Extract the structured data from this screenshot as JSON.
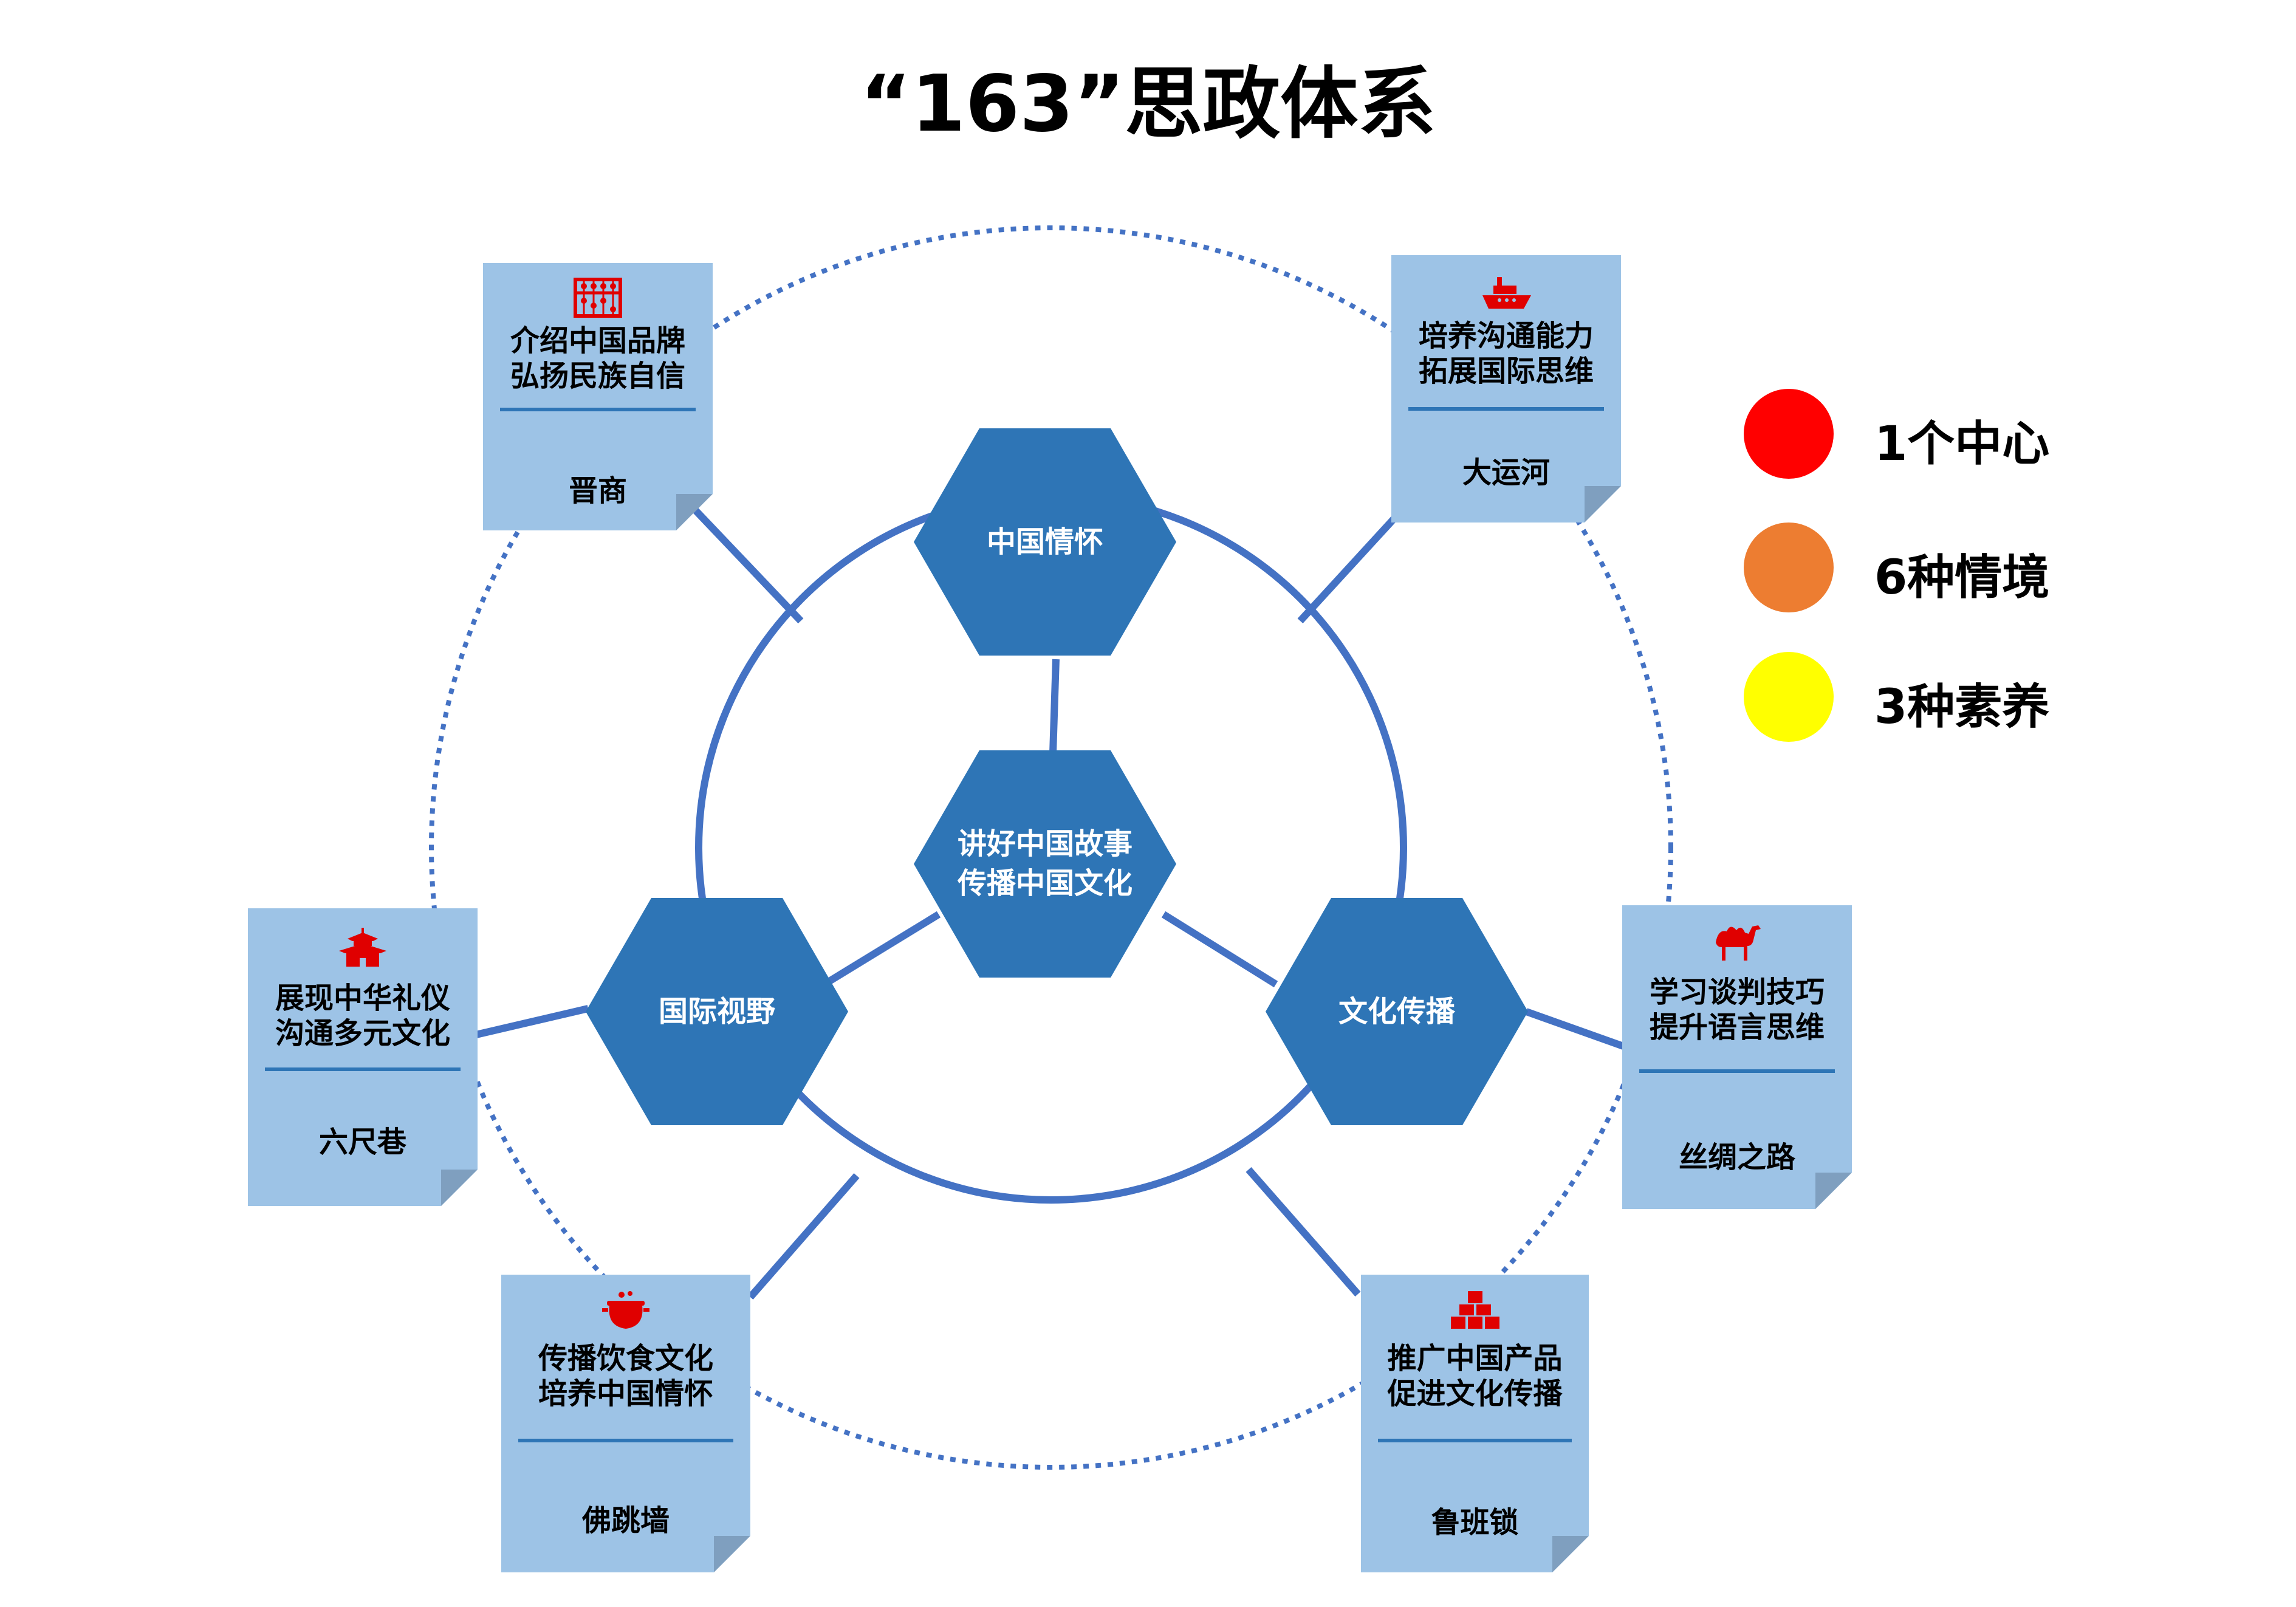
{
  "title": "“163”思政体系",
  "center": {
    "label": "讲好中国故事\n传播中国文化"
  },
  "pillars": [
    {
      "label": "中国情怀"
    },
    {
      "label": "国际视野"
    },
    {
      "label": "文化传播"
    }
  ],
  "cards": [
    {
      "icon": "abacus-icon",
      "text": "介绍中国品牌\n弘扬民族自信",
      "place": "晋商"
    },
    {
      "icon": "ship-icon",
      "text": "培养沟通能力\n拓展国际思维",
      "place": "大运河"
    },
    {
      "icon": "pagoda-icon",
      "text": "展现中华礼仪\n沟通多元文化",
      "place": "六尺巷"
    },
    {
      "icon": "camel-icon",
      "text": "学习谈判技巧\n提升语言思维",
      "place": "丝绸之路"
    },
    {
      "icon": "pot-icon",
      "text": "传播饮食文化\n培养中国情怀",
      "place": "佛跳墙"
    },
    {
      "icon": "cubes-icon",
      "text": "推广中国产品\n促进文化传播",
      "place": "鲁班锁"
    }
  ],
  "legend": [
    {
      "label": "1个中心",
      "color": "#ff0000"
    },
    {
      "label": "6种情境",
      "color": "#ed7d31"
    },
    {
      "label": "3种素养",
      "color": "#ffff00"
    }
  ],
  "colors": {
    "hexagon": "#2e75b6",
    "connector": "#4472c4",
    "card": "#9dc3e6",
    "icon": "#e00000"
  }
}
